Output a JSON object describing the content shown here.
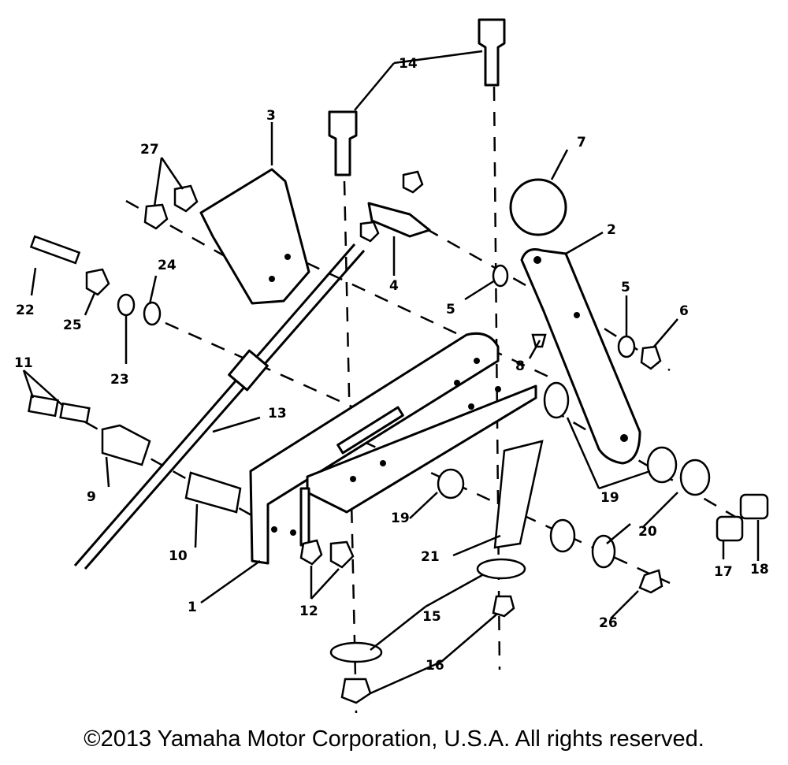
{
  "callouts": [
    "1",
    "2",
    "3",
    "4",
    "5",
    "5",
    "6",
    "7",
    "8",
    "9",
    "10",
    "11",
    "12",
    "13",
    "14",
    "15",
    "16",
    "17",
    "18",
    "19",
    "19",
    "20",
    "21",
    "22",
    "23",
    "24",
    "25",
    "26",
    "27"
  ],
  "copyright": "©2013 Yamaha Motor Corporation, U.S.A. All rights reserved."
}
